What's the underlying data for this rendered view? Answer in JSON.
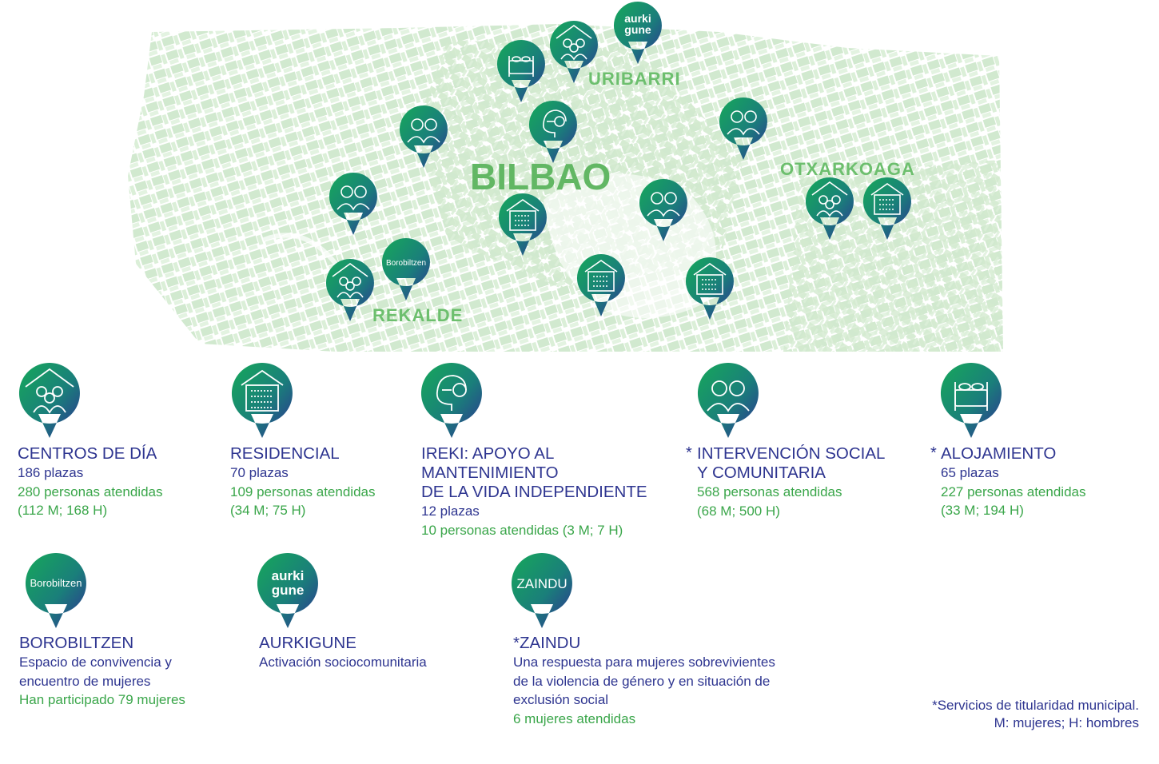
{
  "colors": {
    "green": "#1aa35a",
    "blue": "#2e3593",
    "text_blue": "#2e3590",
    "text_green": "#3aa64a",
    "map_green": "#d6ebd3"
  },
  "map": {
    "city": "BILBAO",
    "districts": [
      "URIBARRI",
      "OTXARKOAGA",
      "REKALDE"
    ],
    "markers": [
      {
        "icon": "bed-icon"
      },
      {
        "icon": "day-center-icon"
      },
      {
        "icon": "aurkigune-logo"
      },
      {
        "icon": "independent-living-icon"
      },
      {
        "icon": "people-icon"
      },
      {
        "icon": "people-icon"
      },
      {
        "icon": "people-icon"
      },
      {
        "icon": "residential-icon"
      },
      {
        "icon": "people-icon"
      },
      {
        "icon": "day-center-icon"
      },
      {
        "icon": "residential-icon"
      },
      {
        "icon": "borobiltzen-logo"
      },
      {
        "icon": "day-center-icon"
      },
      {
        "icon": "residential-icon"
      },
      {
        "icon": "residential-icon"
      }
    ]
  },
  "logos": {
    "aurkigune_line1": "aurki",
    "aurkigune_line2": "gune",
    "borobiltzen": "Borobiltzen",
    "zaindu": "ZAINDU"
  },
  "legend": [
    {
      "title": "CENTROS DE DÍA",
      "lines": [
        "186 plazas"
      ],
      "green": [
        "280 personas atendidas",
        "(112 M; 168 H)"
      ]
    },
    {
      "title": "RESIDENCIAL",
      "lines": [
        "70 plazas"
      ],
      "green": [
        "109 personas atendidas",
        "(34 M; 75 H)"
      ]
    },
    {
      "title": "IREKI: APOYO AL\nMANTENIMIENTO\nDE LA VIDA INDEPENDIENTE",
      "lines": [
        "12 plazas"
      ],
      "green": [
        "10 personas atendidas (3 M; 7 H)"
      ]
    },
    {
      "star": "*",
      "title": "INTERVENCIÓN SOCIAL\nY COMUNITARIA",
      "lines": [],
      "green": [
        "568 personas atendidas",
        "(68 M; 500 H)"
      ]
    },
    {
      "star": "*",
      "title": "ALOJAMIENTO",
      "lines": [
        "65 plazas"
      ],
      "green": [
        "227 personas atendidas",
        "(33 M; 194 H)"
      ]
    },
    {
      "title": "BOROBILTZEN",
      "lines": [
        "Espacio de convivencia y",
        "encuentro de mujeres"
      ],
      "green": [
        "Han participado 79 mujeres"
      ]
    },
    {
      "title": "AURKIGUNE",
      "lines": [
        "Activación sociocomunitaria"
      ],
      "green": []
    },
    {
      "title": "*ZAINDU",
      "lines": [
        "Una respuesta para mujeres sobrevivientes",
        "de la violencia de género y en situación de",
        "exclusión social"
      ],
      "green": [
        "6 mujeres atendidas"
      ]
    }
  ],
  "footnote": {
    "line1": "*Servicios de titularidad municipal.",
    "line2": "M: mujeres; H: hombres"
  }
}
